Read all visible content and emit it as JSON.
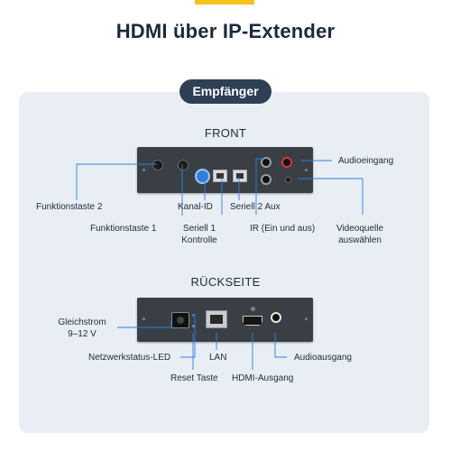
{
  "title": "HDMI über IP-Extender",
  "badge": "Empfänger",
  "front": {
    "heading": "FRONT",
    "labels": {
      "funktionstaste2": "Funktionstaste 2",
      "funktionstaste1": "Funktionstaste 1",
      "kanal_id": "Kanal-ID",
      "seriell1_line1": "Seriell 1",
      "seriell1_line2": "Kontrolle",
      "seriell2": "Seriell 2 Aux",
      "ir": "IR (Ein und aus)",
      "audioeingang": "Audioeingang",
      "videoquelle_line1": "Videoquelle",
      "videoquelle_line2": "auswählen"
    }
  },
  "back": {
    "heading": "RÜCKSEITE",
    "labels": {
      "gleichstrom_line1": "Gleichstrom",
      "gleichstrom_line2": "9–12 V",
      "netzwerk_led": "Netzwerkstatus-LED",
      "lan": "LAN",
      "reset": "Reset Taste",
      "hdmi_ausgang": "HDMI-Ausgang",
      "audioausgang": "Audioausgang"
    }
  },
  "colors": {
    "accent": "#f6c21c",
    "panel": "#e9eef4",
    "badge": "#2f3f54",
    "device": "#3a3f45",
    "text": "#1d2b39"
  }
}
